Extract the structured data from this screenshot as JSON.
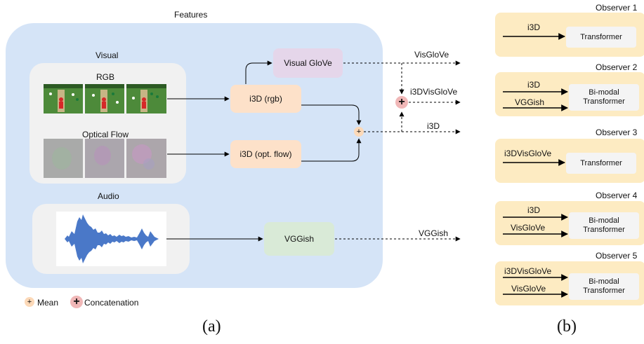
{
  "panel_a": {
    "features_label": "Features",
    "visual_label": "Visual",
    "rgb_label": "RGB",
    "optical_flow_label": "Optical Flow",
    "audio_label": "Audio",
    "nodes": {
      "visual_glove": "Visual GloVe",
      "i3d_rgb": "i3D (rgb)",
      "i3d_flow": "i3D (opt. flow)",
      "vggish": "VGGish"
    },
    "mean_symbol": "+",
    "concat_symbol": "+",
    "outputs": {
      "visglove": "VisGloVe",
      "i3dvisglove": "i3DVisGloVe",
      "i3d": "i3D",
      "vggish": "VGGish"
    },
    "legend": {
      "mean_label": "Mean",
      "concat_label": "Concatenation"
    },
    "caption": "(a)"
  },
  "panel_b": {
    "observers": [
      {
        "title": "Observer 1",
        "inputs": [
          "i3D"
        ],
        "model": "Transformer"
      },
      {
        "title": "Observer 2",
        "inputs": [
          "i3D",
          "VGGish"
        ],
        "model": "Bi-modal Transformer"
      },
      {
        "title": "Observer 3",
        "inputs": [
          "i3DVisGloVe"
        ],
        "model": "Transformer"
      },
      {
        "title": "Observer 4",
        "inputs": [
          "i3D",
          "VisGloVe"
        ],
        "model": "Bi-modal Transformer"
      },
      {
        "title": "Observer 5",
        "inputs": [
          "i3DVisGloVe",
          "VisGloVe"
        ],
        "model": "Bi-modal Transformer"
      }
    ],
    "caption": "(b)"
  },
  "colors": {
    "features_bg": "#d5e4f7",
    "sub_panel_bg": "#f1f1f1",
    "i3d_node": "#fde1c9",
    "visual_glove_node": "#e5d6ea",
    "vggish_node": "#d9ead7",
    "observer_bg": "#fdebc2",
    "concat_circle": "#f0b7b7",
    "mean_circle": "#fcd9b8",
    "waveform": "#4a78c8"
  },
  "icons": [
    "mean-icon",
    "concatenation-icon",
    "cricket-frame-image",
    "optical-flow-image",
    "audio-waveform-image"
  ]
}
